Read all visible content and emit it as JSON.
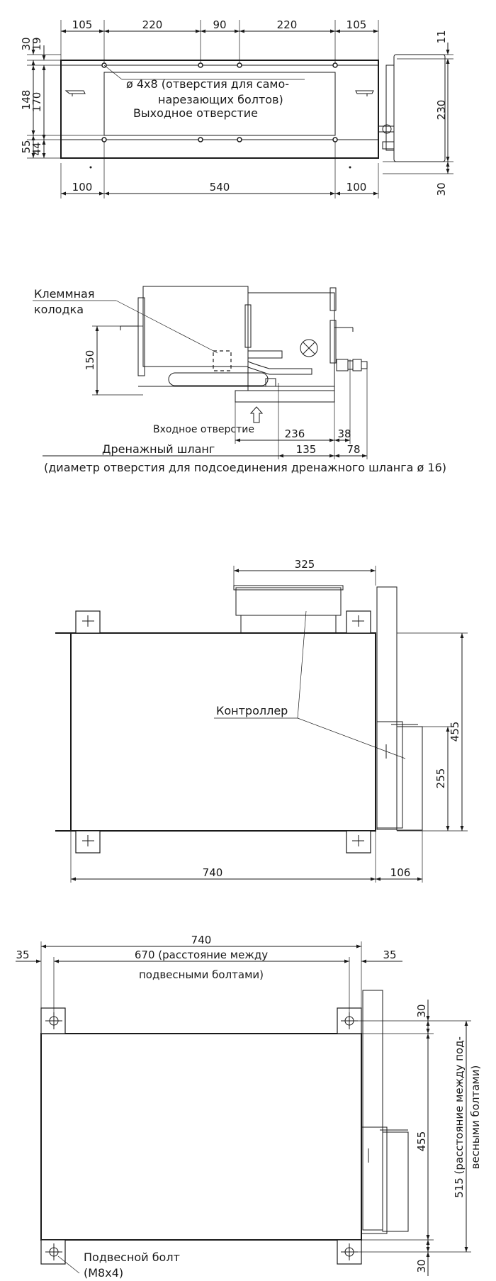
{
  "view1": {
    "top_dims": [
      "105",
      "220",
      "90",
      "220",
      "105"
    ],
    "bottom_dims": [
      "100",
      "540",
      "100"
    ],
    "left_dims": [
      "30",
      "19",
      "148",
      "170",
      "55",
      "44"
    ],
    "right_dims": [
      "11",
      "230",
      "30"
    ],
    "hole_note_line1": "ø 4x8 (отверстия для само-",
    "hole_note_line2": "нарезающих болтов)",
    "outlet_label": "Выходное отверстие"
  },
  "view2": {
    "terminal_label_line1": "Клеммная",
    "terminal_label_line2": "колодка",
    "height_dim": "150",
    "inlet_label": "Входное отверстие",
    "dim_236": "236",
    "dim_38": "38",
    "dim_135": "135",
    "dim_78": "78",
    "drain_label": "Дренажный шланг",
    "drain_note": "(диаметр отверстия для подсоединения дренажного шланга  ø 16)"
  },
  "view3": {
    "dim_325": "325",
    "controller_label": "Контроллер",
    "dim_455": "455",
    "dim_255": "255",
    "dim_740": "740",
    "dim_106": "106"
  },
  "view4": {
    "dim_740": "740",
    "dim_670_line1": "670 (расстояние между",
    "dim_670_line2": "подвесными болтами)",
    "dim_35_left": "35",
    "dim_35_right": "35",
    "dim_30_top": "30",
    "dim_455": "455",
    "dim_515": "515 (расстояние между под-",
    "dim_515_line2": "весными болтами)",
    "dim_30_bottom": "30",
    "bolt_label_line1": "Подвесной болт",
    "bolt_label_line2": "(M8x4)"
  }
}
